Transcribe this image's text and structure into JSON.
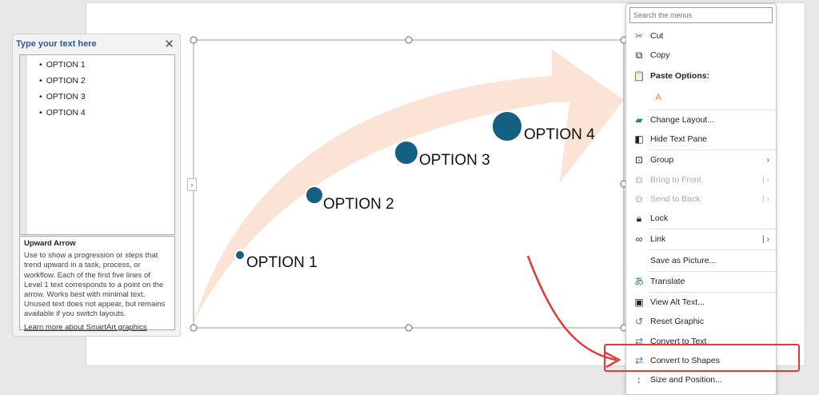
{
  "text_pane": {
    "title": "Type your text here",
    "items": [
      "OPTION 1",
      "OPTION 2",
      "OPTION 3",
      "OPTION 4"
    ],
    "desc_title": "Upward Arrow",
    "desc_text": "Use to show a progression or steps that trend upward in a task, process, or workflow. Each of the first five lines of Level 1 text corresponds to a point on the arrow. Works best with minimal text. Unused text does not appear, but remains available if you switch layouts.",
    "learn_more": "Learn more about SmartArt graphics"
  },
  "smartart": {
    "labels": [
      "OPTION 1",
      "OPTION 2",
      "OPTION 3",
      "OPTION 4"
    ],
    "arrow_color": "#fbe3d6",
    "dot_color": "#156082"
  },
  "menu": {
    "search_placeholder": "Search the menus",
    "items": [
      {
        "label": "Cut",
        "icon": "scissors-icon"
      },
      {
        "label": "Copy",
        "icon": "copy-icon"
      },
      {
        "label": "Paste Options:",
        "icon": "paste-icon"
      },
      {
        "label": "Change Layout...",
        "icon": "change-layout-icon"
      },
      {
        "label": "Hide Text Pane",
        "icon": "text-pane-icon"
      },
      {
        "label": "Group",
        "icon": "group-icon"
      },
      {
        "label": "Bring to Front",
        "icon": "bring-front-icon"
      },
      {
        "label": "Send to Back",
        "icon": "send-back-icon"
      },
      {
        "label": "Lock",
        "icon": "lock-icon"
      },
      {
        "label": "Link",
        "icon": "link-icon"
      },
      {
        "label": "Save as Picture...",
        "icon": ""
      },
      {
        "label": "Translate",
        "icon": "translate-icon"
      },
      {
        "label": "View Alt Text...",
        "icon": "alt-text-icon"
      },
      {
        "label": "Reset Graphic",
        "icon": "reset-graphic-icon"
      },
      {
        "label": "Convert to Text",
        "icon": "convert-text-icon"
      },
      {
        "label": "Convert to Shapes",
        "icon": "convert-shapes-icon"
      },
      {
        "label": "Size and Position...",
        "icon": "size-position-icon"
      }
    ]
  },
  "highlight_color": "#e53935"
}
